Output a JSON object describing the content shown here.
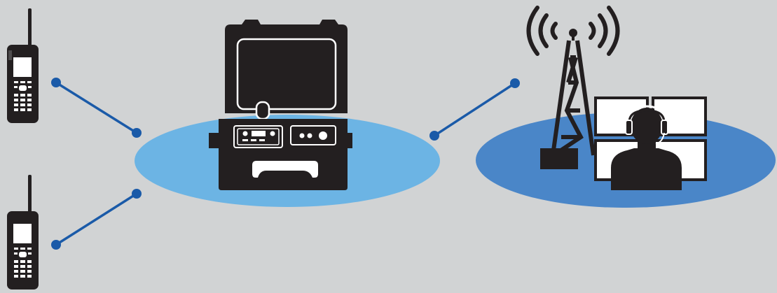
{
  "colors": {
    "background": "#d1d3d4",
    "device_fill": "#231f20",
    "link_line": "#1a5aa8",
    "link_dot": "#1a5aa8",
    "portable_platform_ellipse": "#6cb4e4",
    "dispatch_platform_ellipse": "#4a86c8",
    "highlight": "#ffffff"
  },
  "diagram": {
    "nodes": [
      {
        "id": "handheld-radio-top",
        "icon": "handheld-radio-icon"
      },
      {
        "id": "handheld-radio-bottom",
        "icon": "handheld-radio-icon"
      },
      {
        "id": "portable-repeater-case",
        "icon": "rugged-case-radio-icon"
      },
      {
        "id": "radio-tower",
        "icon": "radio-tower-icon"
      },
      {
        "id": "dispatch-console",
        "icon": "dispatcher-operator-icon"
      }
    ],
    "links": [
      {
        "from": "handheld-radio-top",
        "to": "portable-repeater-case"
      },
      {
        "from": "handheld-radio-bottom",
        "to": "portable-repeater-case"
      },
      {
        "from": "portable-repeater-case",
        "to": "dispatch-console"
      }
    ]
  }
}
